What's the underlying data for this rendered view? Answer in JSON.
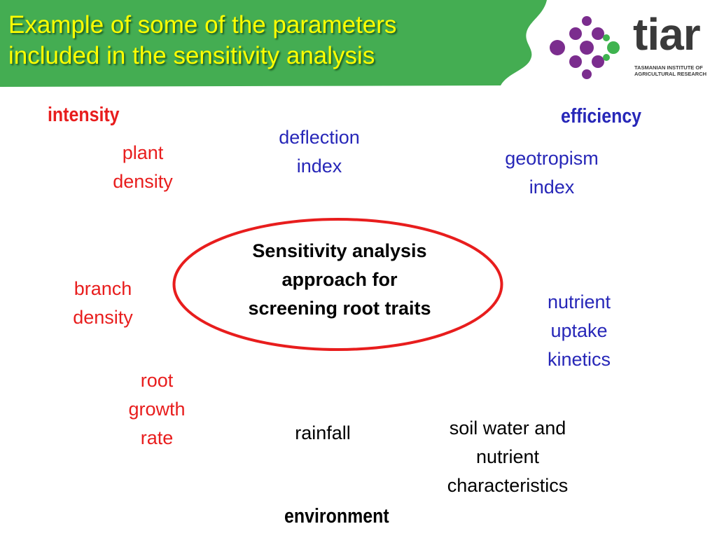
{
  "slide": {
    "title_line1": "Example of some of the parameters",
    "title_line2": "included in the sensitivity analysis"
  },
  "logo": {
    "wordmark": "tiar",
    "subtitle_line1": "TASMANIAN INSTITUTE OF",
    "subtitle_line2": "AGRICULTURAL RESEARCH"
  },
  "categories": {
    "intensity": "intensity",
    "efficiency": "efficiency",
    "environment": "environment"
  },
  "center": {
    "line1": "Sensitivity analysis",
    "line2": "approach for",
    "line3": "screening root traits"
  },
  "parameters": {
    "plant_density": [
      "plant",
      "density"
    ],
    "branch_density": [
      "branch",
      "density"
    ],
    "root_growth_rate": [
      "root",
      "growth",
      "rate"
    ],
    "deflection_index": [
      "deflection",
      "index"
    ],
    "geotropism_index": [
      "geotropism",
      "index"
    ],
    "nutrient_uptake_kinetics": [
      "nutrient",
      "uptake",
      "kinetics"
    ],
    "rainfall": [
      "rainfall"
    ],
    "soil_water": [
      "soil water and",
      "nutrient",
      "characteristics"
    ]
  },
  "colors": {
    "header_green": "#44ad52",
    "title_yellow": "#ffff00",
    "intensity_red": "#e81d1d",
    "efficiency_blue": "#2727b8",
    "ellipse_red": "#e81d1d",
    "logo_purple": "#7b2d8e",
    "logo_green": "#3fb34f"
  }
}
